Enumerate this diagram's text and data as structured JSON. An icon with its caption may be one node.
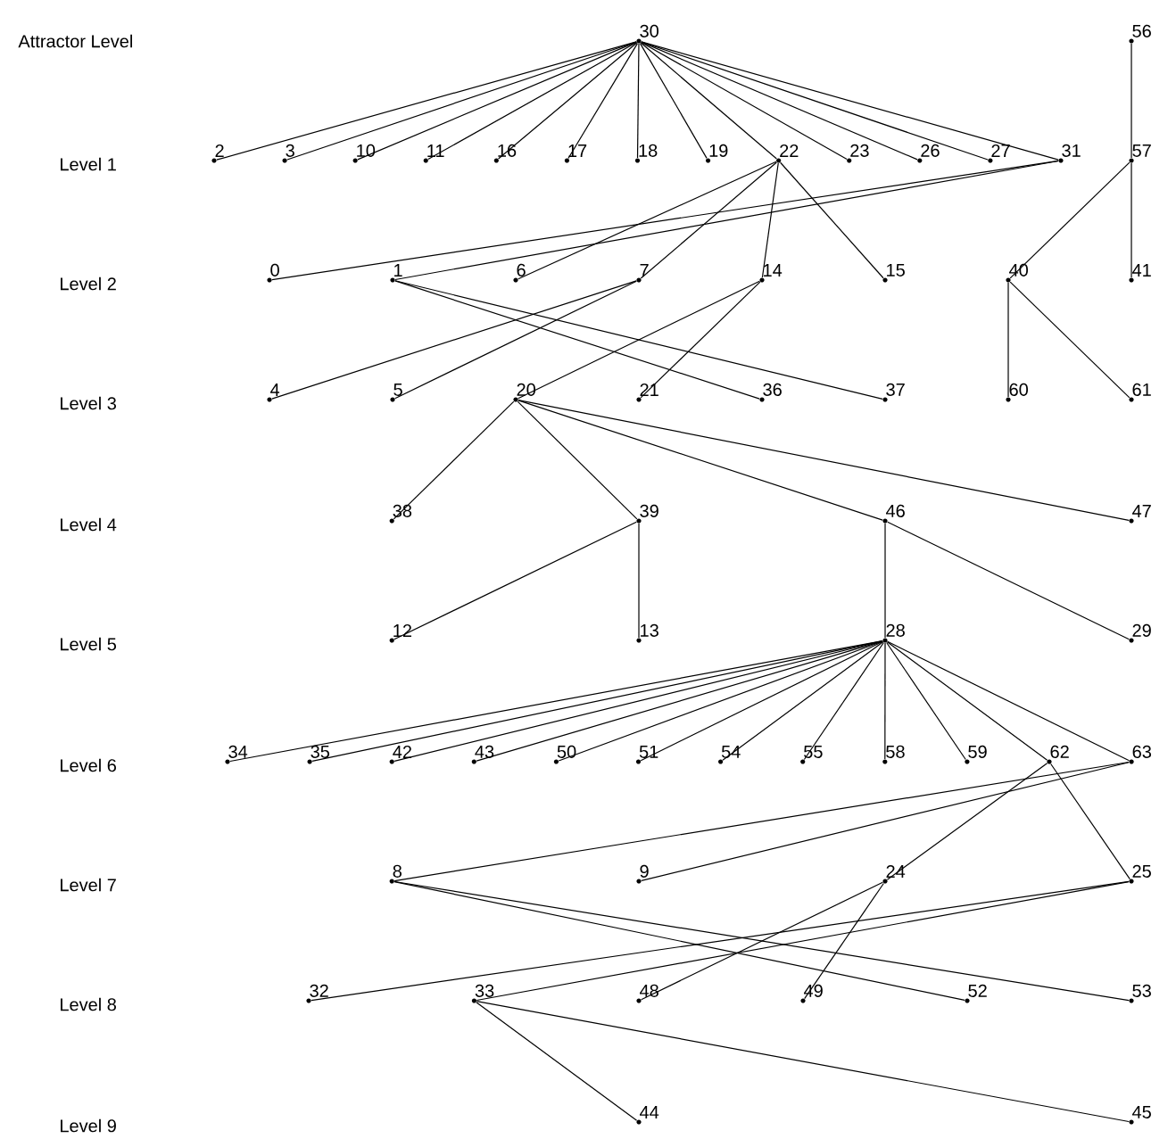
{
  "diagram": {
    "nodes": [
      {
        "text": [
          "30"
        ]
      },
      {
        "text": [
          "56"
        ]
      },
      {
        "text": [
          "2"
        ]
      },
      {
        "text": [
          "3"
        ]
      },
      {
        "text": [
          "10"
        ]
      },
      {
        "text": [
          "11"
        ]
      },
      {
        "text": [
          "16"
        ]
      },
      {
        "text": [
          "17"
        ]
      },
      {
        "text": [
          "18"
        ]
      },
      {
        "text": [
          "19"
        ]
      },
      {
        "text": [
          "22"
        ]
      },
      {
        "text": [
          "23"
        ]
      },
      {
        "text": [
          "26"
        ]
      },
      {
        "text": [
          "27"
        ]
      },
      {
        "text": [
          "31"
        ]
      },
      {
        "text": [
          "57"
        ]
      },
      {
        "text": [
          "0"
        ]
      },
      {
        "text": [
          "1"
        ]
      },
      {
        "text": [
          "6"
        ]
      },
      {
        "text": [
          "7"
        ]
      },
      {
        "text": [
          "14"
        ]
      },
      {
        "text": [
          "15"
        ]
      },
      {
        "text": [
          "40"
        ]
      },
      {
        "text": [
          "41"
        ]
      },
      {
        "text": [
          "4"
        ]
      },
      {
        "text": [
          "5"
        ]
      },
      {
        "text": [
          "20"
        ]
      },
      {
        "text": [
          "21"
        ]
      },
      {
        "text": [
          "36"
        ]
      },
      {
        "text": [
          "37"
        ]
      },
      {
        "text": [
          "60"
        ]
      },
      {
        "text": [
          "61"
        ]
      },
      {
        "text": [
          "38"
        ]
      },
      {
        "text": [
          "39"
        ]
      },
      {
        "text": [
          "46"
        ]
      },
      {
        "text": [
          "47"
        ]
      },
      {
        "text": [
          "12"
        ]
      },
      {
        "text": [
          "13"
        ]
      },
      {
        "text": [
          "28"
        ]
      },
      {
        "text": [
          "29"
        ]
      },
      {
        "text": [
          "34"
        ]
      },
      {
        "text": [
          "35"
        ]
      },
      {
        "text": [
          "42"
        ]
      },
      {
        "text": [
          "43"
        ]
      },
      {
        "text": [
          "50"
        ]
      },
      {
        "text": [
          "51"
        ]
      },
      {
        "text": [
          "54"
        ]
      },
      {
        "text": [
          "55"
        ]
      },
      {
        "text": [
          "58"
        ]
      },
      {
        "text": [
          "59"
        ]
      },
      {
        "text": [
          "62"
        ]
      },
      {
        "text": [
          "63"
        ]
      },
      {
        "text": [
          "8"
        ]
      },
      {
        "text": [
          "9"
        ]
      },
      {
        "text": [
          "24"
        ]
      },
      {
        "text": [
          "25"
        ]
      },
      {
        "text": [
          "32"
        ]
      },
      {
        "text": [
          "33"
        ]
      },
      {
        "text": [
          "48"
        ]
      },
      {
        "text": [
          "49"
        ]
      },
      {
        "text": [
          "52"
        ]
      },
      {
        "text": [
          "53"
        ]
      },
      {
        "text": [
          "44"
        ]
      },
      {
        "text": [
          "45"
        ]
      }
    ],
    "edges": [
      {
        "from": 0,
        "to": 2,
        "arrow": "none"
      },
      {
        "from": 0,
        "to": 3,
        "arrow": "none"
      },
      {
        "from": 0,
        "to": 4,
        "arrow": "none"
      },
      {
        "from": 0,
        "to": 5,
        "arrow": "none"
      },
      {
        "from": 0,
        "to": 6,
        "arrow": "none"
      },
      {
        "from": 0,
        "to": 7,
        "arrow": "none"
      },
      {
        "from": 0,
        "to": 8,
        "arrow": "none"
      },
      {
        "from": 0,
        "to": 9,
        "arrow": "none"
      },
      {
        "from": 0,
        "to": 10,
        "arrow": "none"
      },
      {
        "from": 0,
        "to": 11,
        "arrow": "none"
      },
      {
        "from": 0,
        "to": 12,
        "arrow": "none"
      },
      {
        "from": 0,
        "to": 13,
        "arrow": "none"
      },
      {
        "from": 0,
        "to": 14,
        "arrow": "none"
      },
      {
        "from": 1,
        "to": 15,
        "arrow": "none"
      },
      {
        "from": 14,
        "to": 16,
        "arrow": "none"
      },
      {
        "from": 14,
        "to": 17,
        "arrow": "none"
      },
      {
        "from": 10,
        "to": 18,
        "arrow": "none"
      },
      {
        "from": 10,
        "to": 19,
        "arrow": "none"
      },
      {
        "from": 10,
        "to": 20,
        "arrow": "none"
      },
      {
        "from": 10,
        "to": 21,
        "arrow": "none"
      },
      {
        "from": 15,
        "to": 22,
        "arrow": "none"
      },
      {
        "from": 15,
        "to": 23,
        "arrow": "none"
      },
      {
        "from": 17,
        "to": 28,
        "arrow": "none"
      },
      {
        "from": 17,
        "to": 29,
        "arrow": "none"
      },
      {
        "from": 19,
        "to": 24,
        "arrow": "none"
      },
      {
        "from": 19,
        "to": 25,
        "arrow": "none"
      },
      {
        "from": 20,
        "to": 26,
        "arrow": "none"
      },
      {
        "from": 20,
        "to": 27,
        "arrow": "none"
      },
      {
        "from": 22,
        "to": 30,
        "arrow": "none"
      },
      {
        "from": 22,
        "to": 31,
        "arrow": "none"
      },
      {
        "from": 26,
        "to": 32,
        "arrow": "none"
      },
      {
        "from": 26,
        "to": 33,
        "arrow": "none"
      },
      {
        "from": 26,
        "to": 34,
        "arrow": "none"
      },
      {
        "from": 26,
        "to": 35,
        "arrow": "none"
      },
      {
        "from": 33,
        "to": 36,
        "arrow": "none"
      },
      {
        "from": 33,
        "to": 37,
        "arrow": "none"
      },
      {
        "from": 34,
        "to": 38,
        "arrow": "none"
      },
      {
        "from": 34,
        "to": 39,
        "arrow": "none"
      },
      {
        "from": 38,
        "to": 40,
        "arrow": "none"
      },
      {
        "from": 38,
        "to": 41,
        "arrow": "none"
      },
      {
        "from": 38,
        "to": 42,
        "arrow": "none"
      },
      {
        "from": 38,
        "to": 43,
        "arrow": "none"
      },
      {
        "from": 38,
        "to": 44,
        "arrow": "none"
      },
      {
        "from": 38,
        "to": 45,
        "arrow": "none"
      },
      {
        "from": 38,
        "to": 46,
        "arrow": "none"
      },
      {
        "from": 38,
        "to": 47,
        "arrow": "none"
      },
      {
        "from": 38,
        "to": 48,
        "arrow": "none"
      },
      {
        "from": 38,
        "to": 49,
        "arrow": "none"
      },
      {
        "from": 38,
        "to": 50,
        "arrow": "none"
      },
      {
        "from": 38,
        "to": 51,
        "arrow": "none"
      },
      {
        "from": 51,
        "to": 52,
        "arrow": "none"
      },
      {
        "from": 51,
        "to": 53,
        "arrow": "none"
      },
      {
        "from": 50,
        "to": 54,
        "arrow": "none"
      },
      {
        "from": 50,
        "to": 55,
        "arrow": "none"
      },
      {
        "from": 52,
        "to": 60,
        "arrow": "none"
      },
      {
        "from": 52,
        "to": 61,
        "arrow": "none"
      },
      {
        "from": 55,
        "to": 56,
        "arrow": "none"
      },
      {
        "from": 55,
        "to": 57,
        "arrow": "none"
      },
      {
        "from": 54,
        "to": 58,
        "arrow": "none"
      },
      {
        "from": 54,
        "to": 59,
        "arrow": "none"
      },
      {
        "from": 57,
        "to": 62,
        "arrow": "none"
      },
      {
        "from": 57,
        "to": 63,
        "arrow": "none"
      }
    ],
    "labels": [
      "Attractor Level",
      "Level 1",
      "Level 2",
      "Level 3",
      "Level 4",
      "Level 5",
      "Level 6",
      "Level 7",
      "Level 8",
      "Level 9"
    ]
  }
}
